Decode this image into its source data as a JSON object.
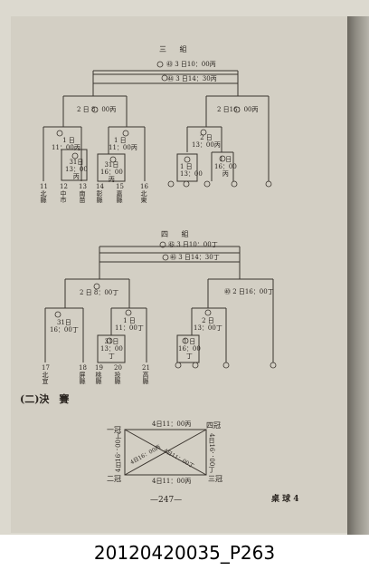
{
  "caption": "20120420035_P263",
  "group3": {
    "title": "三 組",
    "final_top": "㊸ 3 日10：00丙",
    "final_bottom": "㊹ 3 日14：30丙",
    "semi_left": "2 日 8：00丙",
    "semi_right": "2 日16：00丙",
    "q_left_a": [
      "1 日",
      "11：00丙"
    ],
    "q_left_b": [
      "1 日",
      "11：00丙"
    ],
    "q_a": [
      "31日",
      "13：00",
      "丙"
    ],
    "q_b": [
      "31日",
      "16：00",
      "丙"
    ],
    "q_right_a": [
      "2 日",
      "13：00丙"
    ],
    "q_right_b": [
      "1 日",
      "13：00"
    ],
    "q_right_c": [
      "1 日",
      "16：00",
      "丙"
    ],
    "teams": [
      {
        "num": "11",
        "name": "北縣"
      },
      {
        "num": "12",
        "name": "中市"
      },
      {
        "num": "13",
        "name": "南苗"
      },
      {
        "num": "14",
        "name": "彰縣"
      },
      {
        "num": "15",
        "name": "嘉縣"
      },
      {
        "num": "16",
        "name": "北東"
      }
    ]
  },
  "group4": {
    "title": "四 組",
    "final_top": "㊺ 3 日10：00丁",
    "final_bottom": "㊻ 3 日14：30丁",
    "semi_left": "2 日 8：00丁",
    "semi_right": "㊵ 2 日16：00丁",
    "q_left_a": [
      "31日",
      "16：00丁"
    ],
    "q_left_b": [
      "1 日",
      "11：00丁"
    ],
    "q_mid": [
      "31日",
      "13：00",
      "丁"
    ],
    "q_right_a": [
      "2 日",
      "13：00丁"
    ],
    "q_right_b": [
      "1 日",
      "16：00",
      "丁"
    ],
    "teams": [
      {
        "num": "17",
        "name": "北宜"
      },
      {
        "num": "18",
        "name": "屏縣"
      },
      {
        "num": "19",
        "name": "桃縣"
      },
      {
        "num": "20",
        "name": "投縣"
      },
      {
        "num": "21",
        "name": "高縣"
      }
    ]
  },
  "final_section": {
    "heading": "(二)決　賽",
    "corner_tl": "一冠",
    "corner_tr": "四冠",
    "corner_bl": "二冠",
    "corner_br": "三冠",
    "top_label": "4日11：00丙",
    "bottom_label": "4日11：00丙",
    "left_label": "4日16：00丁",
    "right_label": "4日16：00丁",
    "diag_a": "4日16：00丙",
    "diag_b": "4日11：00丁"
  },
  "footer": {
    "page_number": "—247—",
    "right_label": "桌 球 4"
  }
}
